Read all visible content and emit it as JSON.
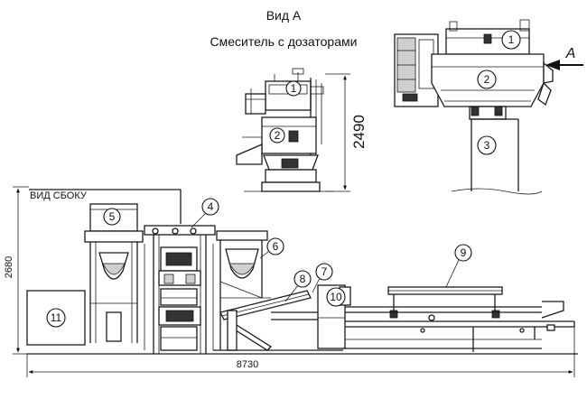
{
  "view_a": {
    "title": "Вид А",
    "subtitle": "Смеситель с дозаторами",
    "arrow_label": "A",
    "height_dimension": "2490"
  },
  "side_view": {
    "label": "ВИД СБОКУ",
    "height_dimension": "2680",
    "length_dimension": "8730"
  },
  "callouts": [
    "1",
    "2",
    "3",
    "4",
    "5",
    "6",
    "7",
    "8",
    "9",
    "10",
    "11"
  ]
}
